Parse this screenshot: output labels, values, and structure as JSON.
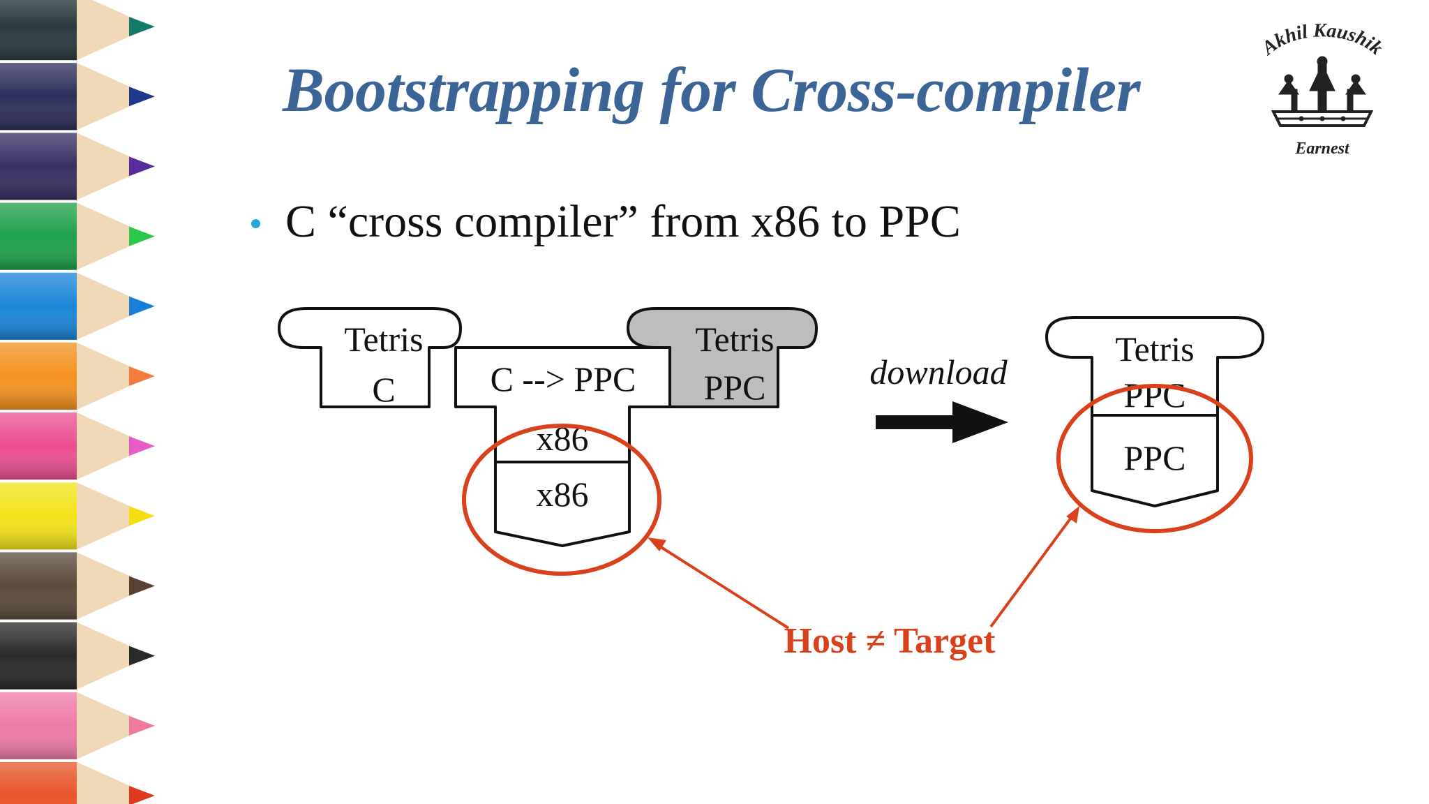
{
  "slide": {
    "title": "Bootstrapping for Cross-compiler",
    "bullet": "C “cross compiler” from x86 to PPC"
  },
  "logo": {
    "name_text": "Akhil Kaushik",
    "tagline": "Earnest"
  },
  "diagram": {
    "left_program": {
      "line1": "Tetris",
      "line2": "C"
    },
    "compiler": {
      "label": "C --> PPC",
      "host_upper": "x86"
    },
    "output_program": {
      "line1": "Tetris",
      "line2": "PPC"
    },
    "interpreter_left": {
      "label": "x86"
    },
    "download_label": "download",
    "right_program": {
      "line1": "Tetris",
      "line2": "PPC"
    },
    "machine_right": {
      "label": "PPC"
    },
    "annotation": "Host ≠ Target"
  },
  "colors": {
    "title": "#3b6497",
    "bullet_dot": "#27a7d8",
    "annotation_red": "#d9401c",
    "output_fill": "#bdbdbd"
  },
  "icons": [
    "colored-pencils-border",
    "crown-icon",
    "arrow-right-icon"
  ]
}
